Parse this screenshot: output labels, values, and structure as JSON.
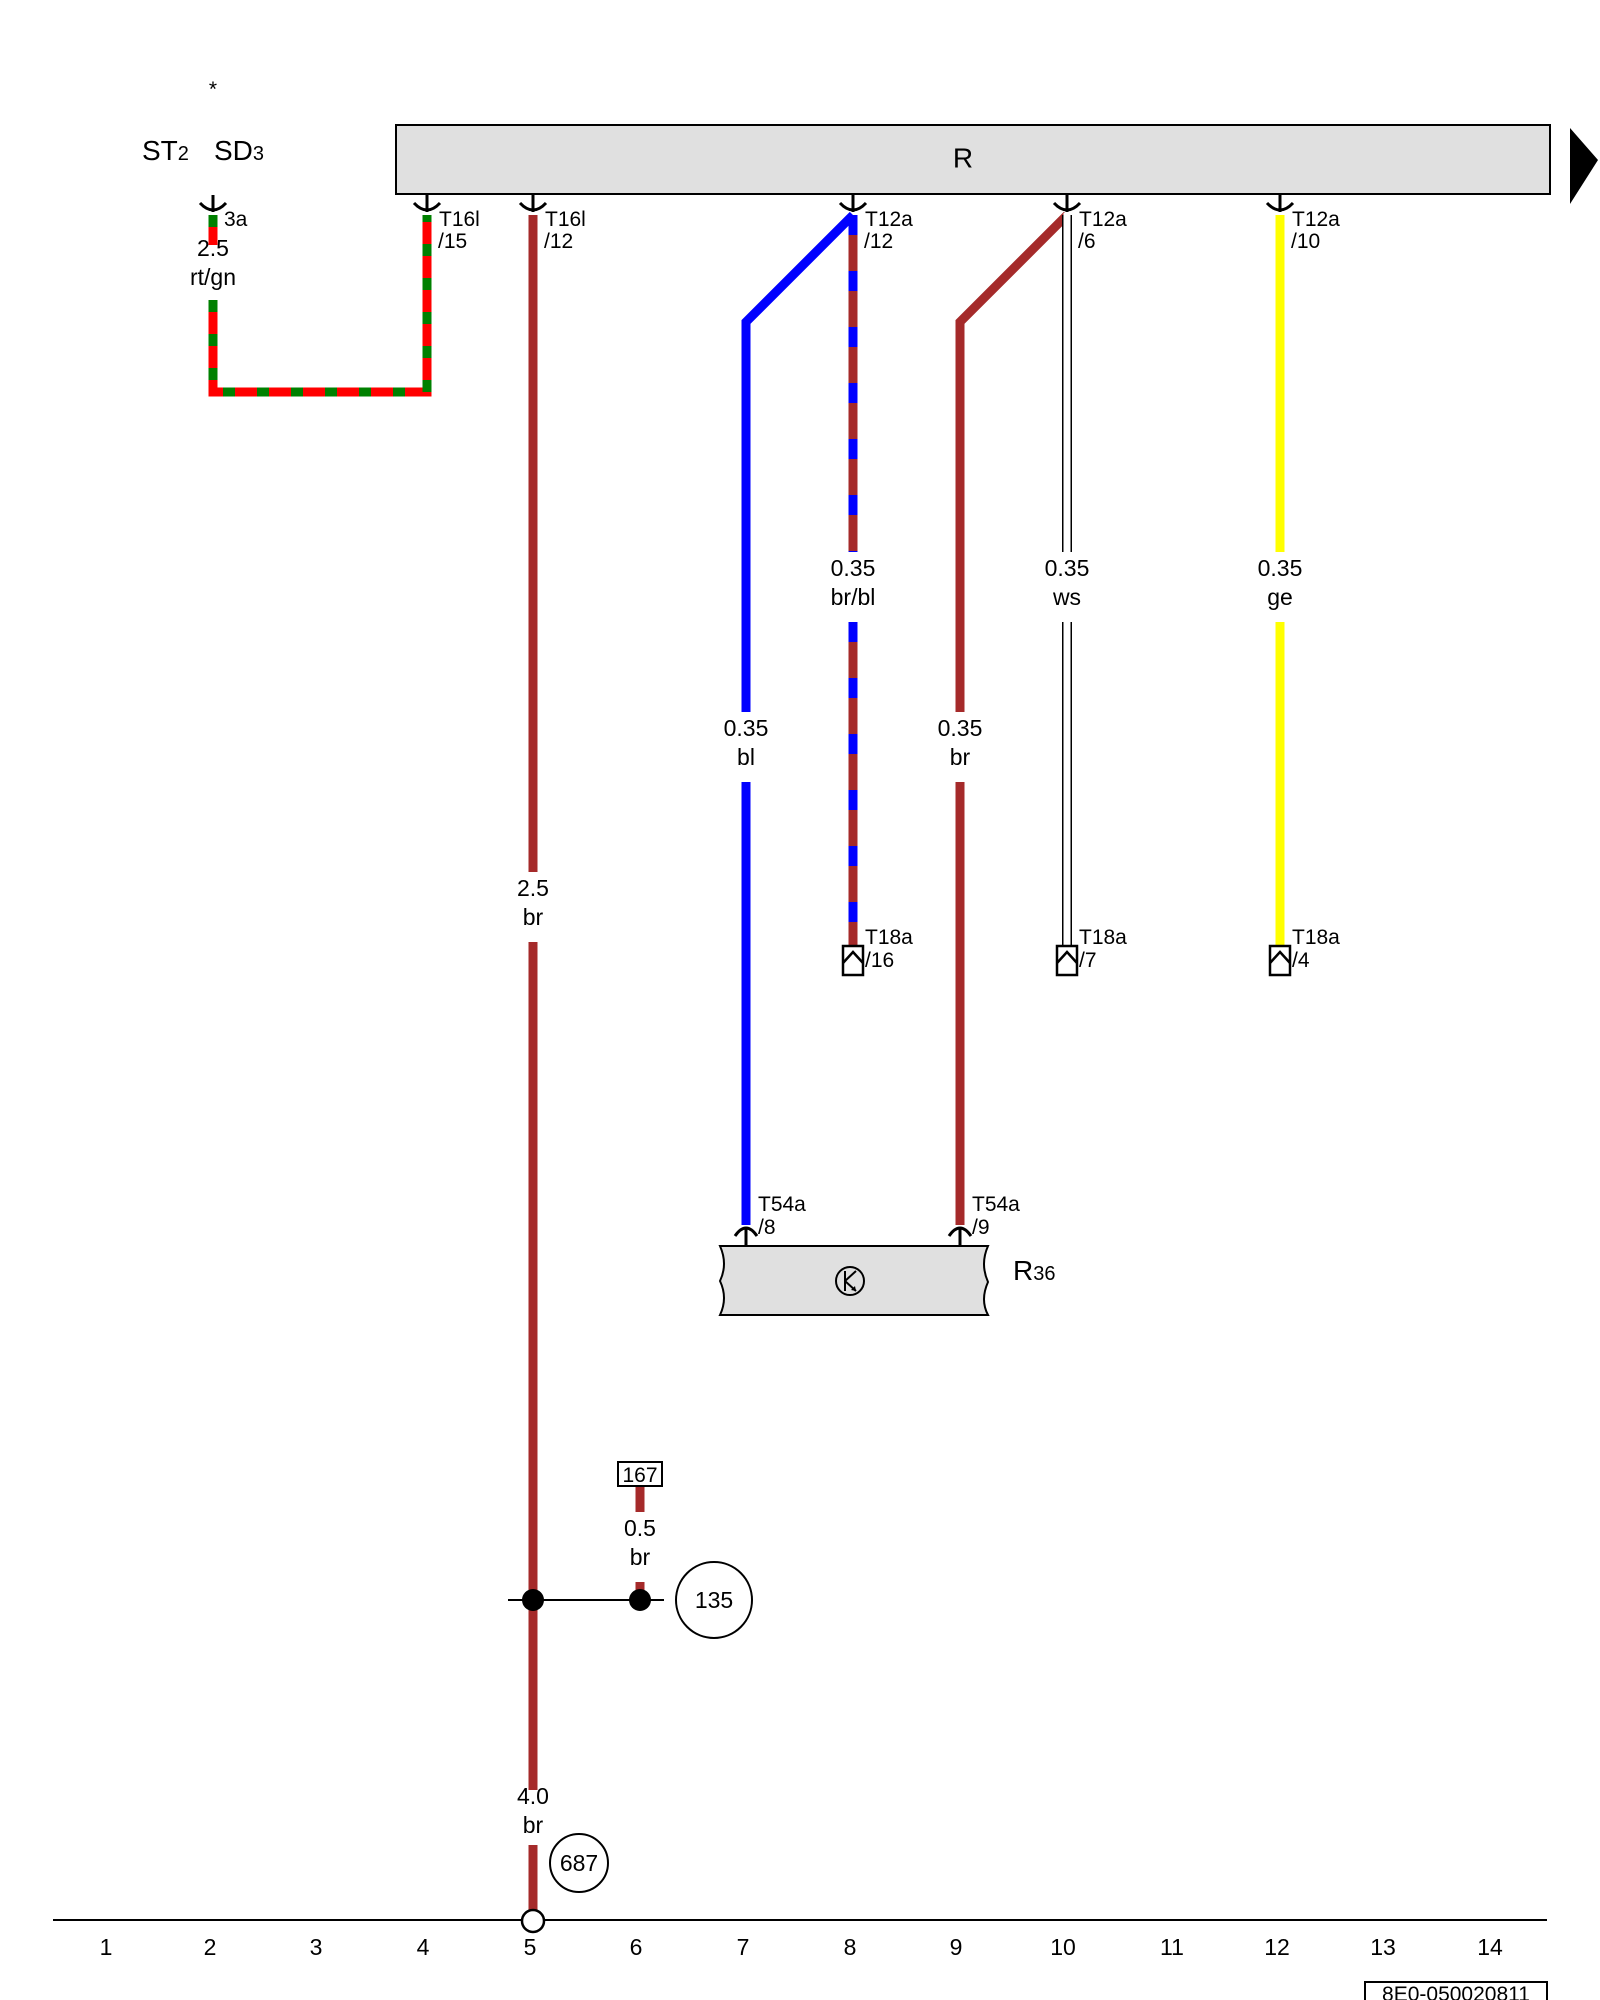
{
  "header": {
    "asterisk": "*",
    "st": "ST",
    "st_sub": "2",
    "sd": "SD",
    "sd_sub": "3"
  },
  "components": {
    "R": {
      "label": "R"
    },
    "R36": {
      "main": "R",
      "sub": "36"
    }
  },
  "connectors": {
    "c3a": {
      "line1": "3a"
    },
    "t16l_15": {
      "line1": "T16l",
      "line2": "/15"
    },
    "t16l_12": {
      "line1": "T16l",
      "line2": "/12"
    },
    "t12a_12": {
      "line1": "T12a",
      "line2": "/12"
    },
    "t12a_6": {
      "line1": "T12a",
      "line2": "/6"
    },
    "t12a_10": {
      "line1": "T12a",
      "line2": "/10"
    },
    "t18a_16": {
      "line1": "T18a",
      "line2": "/16"
    },
    "t18a_7": {
      "line1": "T18a",
      "line2": "/7"
    },
    "t18a_4": {
      "line1": "T18a",
      "line2": "/4"
    },
    "t54a_8": {
      "line1": "T54a",
      "line2": "/8"
    },
    "t54a_9": {
      "line1": "T54a",
      "line2": "/9"
    }
  },
  "wires": {
    "w_rtgn": {
      "size": "2.5",
      "color_code": "rt/gn"
    },
    "w_br_main": {
      "size": "2.5",
      "color_code": "br"
    },
    "w_bl": {
      "size": "0.35",
      "color_code": "bl"
    },
    "w_brbl": {
      "size": "0.35",
      "color_code": "br/bl"
    },
    "w_br9": {
      "size": "0.35",
      "color_code": "br"
    },
    "w_ws": {
      "size": "0.35",
      "color_code": "ws"
    },
    "w_ge": {
      "size": "0.35",
      "color_code": "ge"
    },
    "w_br_branch": {
      "size": "0.5",
      "color_code": "br"
    },
    "w_br_ground": {
      "size": "4.0",
      "color_code": "br"
    }
  },
  "references": {
    "ref_167": "167",
    "ref_135": "135",
    "ref_687": "687"
  },
  "colors": {
    "brown": "#a52a2a",
    "blue": "#0000ff",
    "red": "#ff0000",
    "green": "#008000",
    "yellow": "#ffff00",
    "white": "#ffffff",
    "component_fill": "#e0e0e0"
  },
  "grid_numbers": [
    "1",
    "2",
    "3",
    "4",
    "5",
    "6",
    "7",
    "8",
    "9",
    "10",
    "11",
    "12",
    "13",
    "14"
  ],
  "doc_id": "8E0-050020811"
}
